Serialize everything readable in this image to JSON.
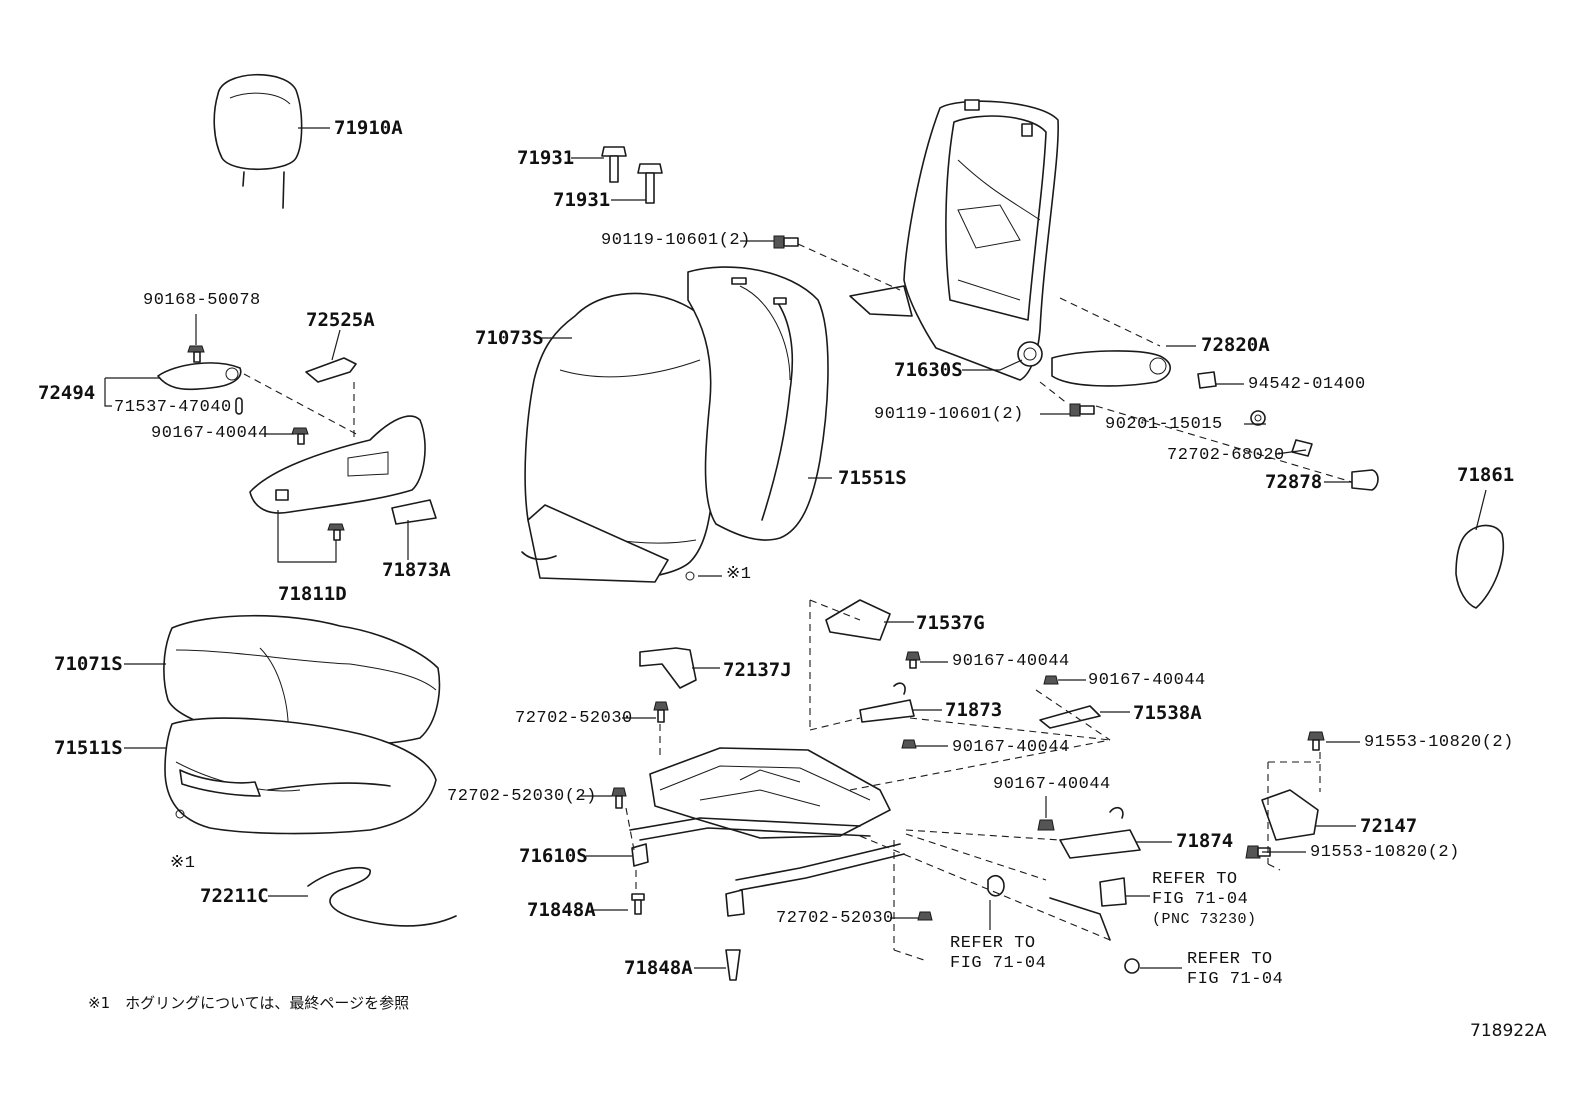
{
  "labels": {
    "p71910A": "71910A",
    "p71931_a": "71931",
    "p71931_b": "71931",
    "p90119_10601_a": "90119-10601(2)",
    "p90168_50078": "90168-50078",
    "p72525A": "72525A",
    "p71073S": "71073S",
    "p72494": "72494",
    "p71537_47040": "71537-47040",
    "p90167_40044_a": "90167-40044",
    "p71811D": "71811D",
    "p71873A": "71873A",
    "p71551S": "71551S",
    "ref1_seatback": "※1",
    "p71630S": "71630S",
    "p90119_10601_b": "90119-10601(2)",
    "p72820A": "72820A",
    "p94542_01400": "94542-01400",
    "p90201_15015": "90201-15015",
    "p72702_68020": "72702-68020",
    "p72878": "72878",
    "p71861": "71861",
    "p71071S": "71071S",
    "p71511S": "71511S",
    "ref1_cushion": "※1",
    "p72211C": "72211C",
    "p71537G": "71537G",
    "p90167_40044_b": "90167-40044",
    "p72137J": "72137J",
    "p90167_40044_c": "90167-40044",
    "p72702_52030_a": "72702-52030",
    "p71873": "71873",
    "p71538A": "71538A",
    "p90167_40044_d": "90167-40044",
    "p91553_10820_a": "91553-10820(2)",
    "p72702_52030_b": "72702-52030(2)",
    "p90167_40044_e": "90167-40044",
    "p72147": "72147",
    "p71874": "71874",
    "p91553_10820_b": "91553-10820(2)",
    "p71610S": "71610S",
    "p71848A_a": "71848A",
    "p72702_52030_c": "72702-52030",
    "p71848A_b": "71848A",
    "refer_belt_1": "REFER TO",
    "refer_belt_2": "FIG 71-04",
    "refer_belt_pnc": "(PNC 73230)",
    "refer_rail_1": "REFER TO",
    "refer_rail_2": "FIG 71-04",
    "refer_nut_1": "REFER TO",
    "refer_nut_2": "FIG 71-04"
  },
  "footnote": "※1　ホグリングについては、最終ページを参照",
  "figure_id": "718922A"
}
